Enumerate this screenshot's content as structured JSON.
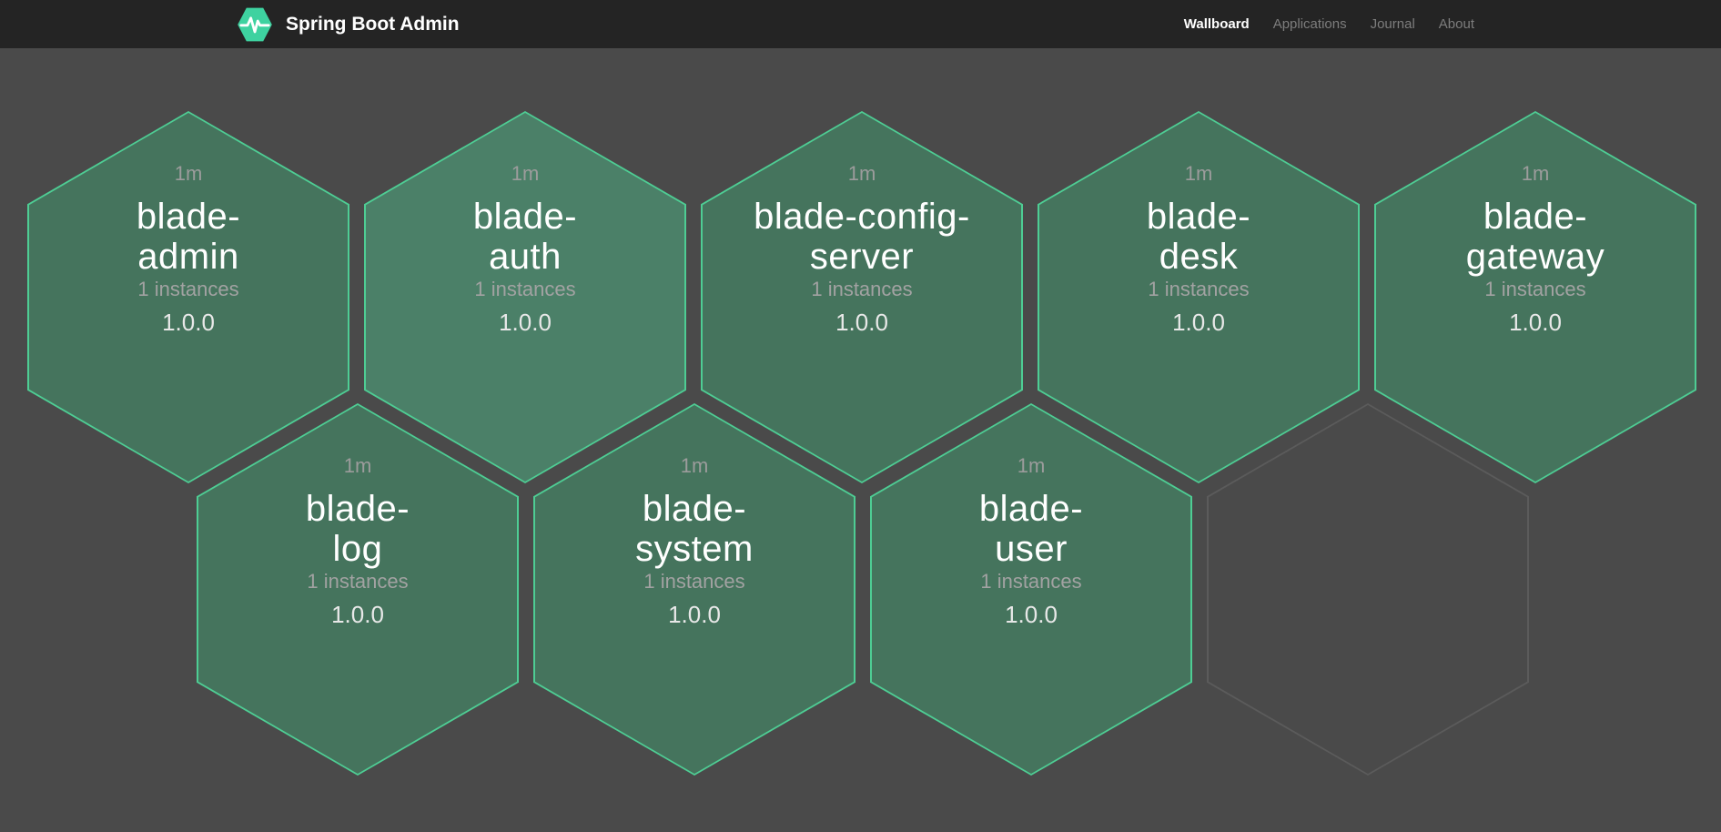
{
  "navbar": {
    "brand": "Spring Boot Admin",
    "items": [
      {
        "label": "Wallboard",
        "active": true
      },
      {
        "label": "Applications",
        "active": false
      },
      {
        "label": "Journal",
        "active": false
      },
      {
        "label": "About",
        "active": false
      }
    ]
  },
  "colors": {
    "navbar_bg": "#242424",
    "page_bg": "#4a4a4a",
    "hex_fill": "#45745d",
    "hex_fill_highlight": "#4b8068",
    "hex_border": "#4ecd94",
    "ghost_border": "#5b5b5b",
    "brand_logo_green": "#3ed2a0",
    "muted_text": "#9c9c9c",
    "name_text": "#ffffff"
  },
  "wallboard": {
    "applications": [
      {
        "name": "blade-admin",
        "name_line1": "blade-",
        "name_line2": "admin",
        "uptime": "1m",
        "instances": "1 instances",
        "version": "1.0.0"
      },
      {
        "name": "blade-auth",
        "name_line1": "blade-",
        "name_line2": "auth",
        "uptime": "1m",
        "instances": "1 instances",
        "version": "1.0.0"
      },
      {
        "name": "blade-config-server",
        "name_line1": "blade-config-",
        "name_line2": "server",
        "uptime": "1m",
        "instances": "1 instances",
        "version": "1.0.0"
      },
      {
        "name": "blade-desk",
        "name_line1": "blade-",
        "name_line2": "desk",
        "uptime": "1m",
        "instances": "1 instances",
        "version": "1.0.0"
      },
      {
        "name": "blade-gateway",
        "name_line1": "blade-",
        "name_line2": "gateway",
        "uptime": "1m",
        "instances": "1 instances",
        "version": "1.0.0"
      },
      {
        "name": "blade-log",
        "name_line1": "blade-",
        "name_line2": "log",
        "uptime": "1m",
        "instances": "1 instances",
        "version": "1.0.0"
      },
      {
        "name": "blade-system",
        "name_line1": "blade-",
        "name_line2": "system",
        "uptime": "1m",
        "instances": "1 instances",
        "version": "1.0.0"
      },
      {
        "name": "blade-user",
        "name_line1": "blade-",
        "name_line2": "user",
        "uptime": "1m",
        "instances": "1 instances",
        "version": "1.0.0"
      }
    ],
    "empty_slots": 1
  }
}
